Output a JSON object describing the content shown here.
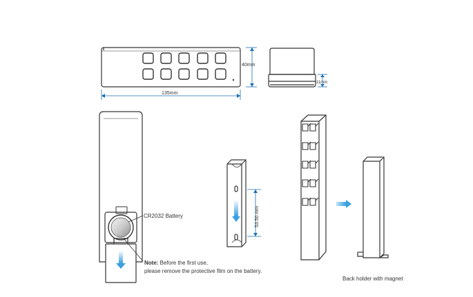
{
  "dimensions": {
    "height": "40mm",
    "length": "135mm",
    "thickness": "11mm",
    "screw_spacing": "53.50 mm"
  },
  "labels": {
    "battery": "CR2032 Battery",
    "note_prefix": "Note:",
    "note_line1": " Before the first use,",
    "note_line2": "please remove the protective film on the battery.",
    "back_holder": "Back holder with magnet"
  },
  "colors": {
    "line": "#333333",
    "accent_arrow": "#3aa0e0",
    "dimension": "#1a6fb3"
  }
}
